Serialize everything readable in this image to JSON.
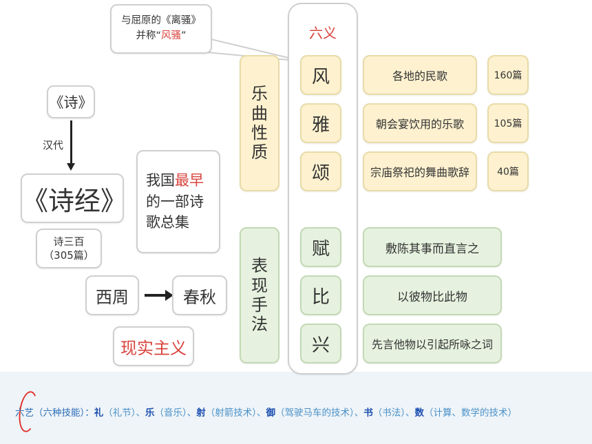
{
  "callout": {
    "line1": "与屈原的《离骚》",
    "line2_prefix": "并称“",
    "line2_red": "风骚",
    "line2_suffix": "”"
  },
  "shi": "《诗》",
  "handai": "汉代",
  "shijing": "《诗经》",
  "sanbai": {
    "line1": "诗三百",
    "line2": "（305篇）"
  },
  "desc": {
    "l1a": "我国",
    "l1b": "最早",
    "l2": "的一部诗",
    "l3": "歌总集"
  },
  "xizhou": "西周",
  "chunqiu": "春秋",
  "xianshi": "现实主义",
  "liuyi": "六义",
  "yuequ": [
    "乐",
    "曲",
    "性",
    "质"
  ],
  "biaoxian": [
    "表",
    "现",
    "手",
    "法"
  ],
  "rows": [
    {
      "ch": "风",
      "desc": "各地的民歌",
      "count": "160篇"
    },
    {
      "ch": "雅",
      "desc": "朝会宴饮用的乐歌",
      "count": "105篇"
    },
    {
      "ch": "颂",
      "desc": "宗庙祭祀的舞曲歌辞",
      "count": "40篇"
    },
    {
      "ch": "赋",
      "desc": "敷陈其事而直言之"
    },
    {
      "ch": "比",
      "desc": "以彼物比此物"
    },
    {
      "ch": "兴",
      "desc": "先言他物以引起所咏之词"
    }
  ],
  "footer": {
    "t0": "六艺（六种技能）：",
    "k1": "礼",
    "p1": "（礼节）、",
    "k2": "乐",
    "p2": "（音乐）、",
    "k3": "射",
    "p3": "（射箭技术）、",
    "k4": "御",
    "p4": "（驾驶马车的技术）、",
    "k5": "书",
    "p5": "（书法）、",
    "k6": "数",
    "p6": "（计算、数学的技术）"
  },
  "colors": {
    "yellow": "#fdf1cf",
    "green": "#e6f2df",
    "red": "#d9443e",
    "blue": "#2b6db8"
  }
}
